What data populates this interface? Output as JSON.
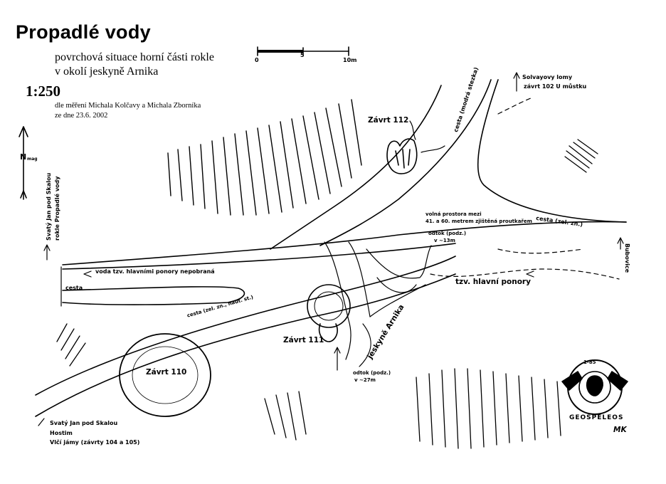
{
  "title": "Propadlé vody",
  "subtitle_1": "povrchová situace horní části rokle",
  "subtitle_2": "v okolí jeskyně Arnika",
  "map_scale": "1:250",
  "credit_1": "dle měření Michala Kolčavy a Michala Zborníka",
  "credit_2": "ze dne 23.6. 2002",
  "scale_bar": {
    "tick_0": "0",
    "tick_5": "5",
    "tick_10": "10m"
  },
  "north": {
    "letter": "N",
    "suffix": "mag"
  },
  "labels": {
    "zavrt_112": "Závrt 112",
    "zavrt_111": "Závrt 111",
    "zavrt_110": "Závrt 110",
    "solvayovy_1": "Solvayovy lomy",
    "solvayovy_2": "závrt 102 U můstku",
    "cesta_top": "cesta (modrá stezka)",
    "cesta_right": "cesta (zel. zn.)",
    "volna_1": "volná prostora mezi",
    "volna_2": "41. a 60. metrem zjištěná proutkařem",
    "odtok_1": "odtok (podz.)",
    "odtok_1_depth": "v ~13m",
    "odtok_2": "odtok (podz.)",
    "odtok_2_depth": "v ~27m",
    "hlavni_ponory": "tzv. hlavní ponory",
    "voda_ponory": "voda tzv. hlavními ponory nepobraná",
    "cesta_left": "cesta",
    "cesta_mid": "cesta (zel. zn., naut. st.)",
    "jeskyne_arnika": "jeskyně Arnika",
    "left_road_1": "Svatý Jan pod Skalou",
    "left_road_2": "rokle Propadlé vody",
    "bubovice": "Bubovice",
    "bl_1": "Svatý Jan pod Skalou",
    "bl_2": "Hostim",
    "bl_3": "Vlčí jámy (závrty 104 a 105)",
    "logo_year": "1-85",
    "logo_text": "GEOSPELEOS",
    "signature": "MK"
  },
  "colors": {
    "ink": "#000000",
    "paper": "#ffffff"
  }
}
